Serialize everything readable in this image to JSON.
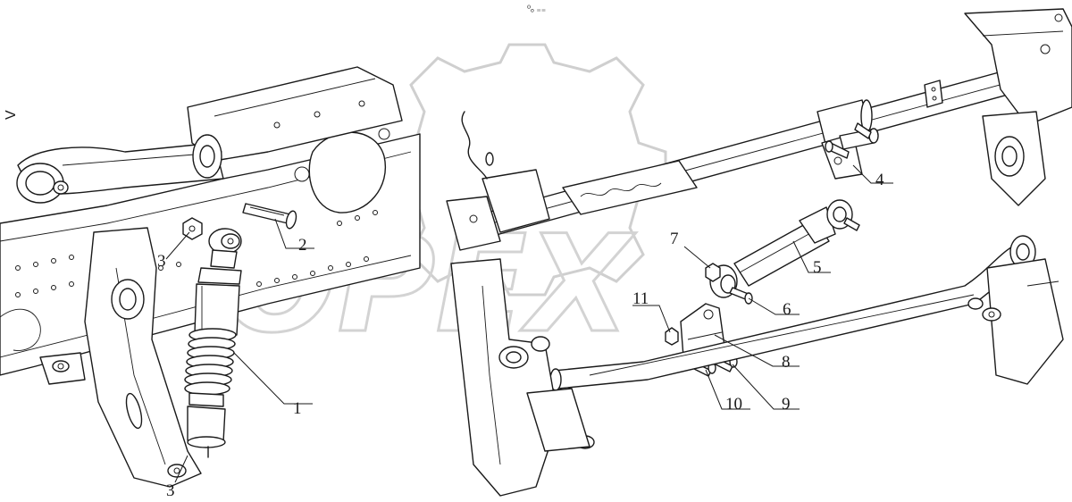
{
  "page_mark": "⁰ₒ ₌₌",
  "edge_mark": "V",
  "watermark": {
    "text": "OPEX",
    "color": "#cfcfcf"
  },
  "callouts": [
    "1",
    "2",
    "3",
    "4",
    "5",
    "6",
    "7",
    "8",
    "9",
    "10",
    "11"
  ],
  "colors": {
    "line": "#1a1a1a",
    "background": "#ffffff"
  }
}
